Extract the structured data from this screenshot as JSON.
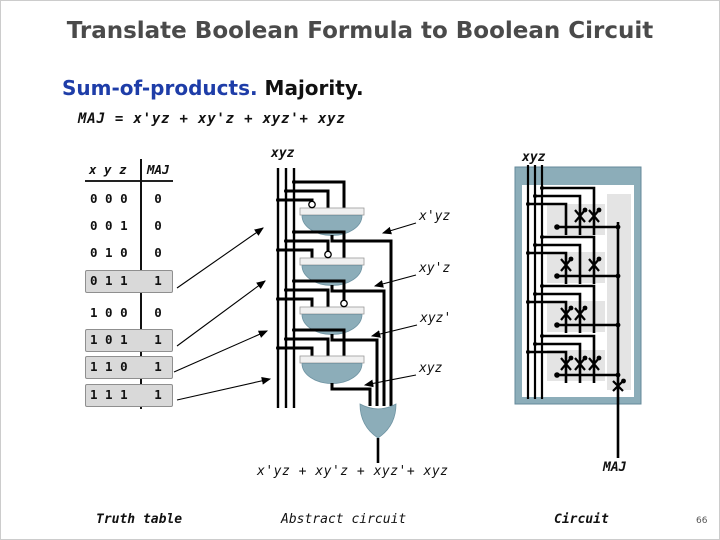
{
  "page": {
    "number": "66"
  },
  "title": "Translate Boolean Formula to Boolean Circuit",
  "subtitle": {
    "lead": "Sum-of-products.",
    "rest": " Majority."
  },
  "formula": "MAJ = x'yz + xy'z + xyz'+ xyz",
  "truth_table": {
    "headers": {
      "inputs": "x y z",
      "output": "MAJ"
    },
    "rows": [
      {
        "inputs": "0 0 0",
        "maj": "0",
        "highlighted": false
      },
      {
        "inputs": "0 0 1",
        "maj": "0",
        "highlighted": false
      },
      {
        "inputs": "0 1 0",
        "maj": "0",
        "highlighted": false
      },
      {
        "inputs": "0 1 1",
        "maj": "1",
        "highlighted": true
      },
      {
        "inputs": "1 0 0",
        "maj": "0",
        "highlighted": false
      },
      {
        "inputs": "1 0 1",
        "maj": "1",
        "highlighted": true
      },
      {
        "inputs": "1 1 0",
        "maj": "1",
        "highlighted": true
      },
      {
        "inputs": "1 1 1",
        "maj": "1",
        "highlighted": true
      }
    ],
    "caption": "Truth table"
  },
  "abstract_circuit": {
    "inputs_label": "xyz",
    "gate_labels": [
      "x'yz",
      "xy'z",
      "xyz'",
      "xyz"
    ],
    "gates": [
      {
        "product": "x'yz",
        "inverted_input": "x"
      },
      {
        "product": "xy'z",
        "inverted_input": "y"
      },
      {
        "product": "xyz'",
        "inverted_input": "z"
      },
      {
        "product": "xyz",
        "inverted_input": null
      }
    ],
    "sum_label": "x'yz + xy'z + xyz'+ xyz",
    "caption": "Abstract circuit"
  },
  "circuit": {
    "inputs_label": "xyz",
    "frame_label": "MAJ",
    "output_label": "MAJ",
    "transistor_rows": [
      [
        2,
        3
      ],
      [
        1,
        3
      ],
      [
        1,
        2
      ],
      [
        1,
        2,
        3
      ]
    ],
    "caption": "Circuit"
  },
  "colors": {
    "accent_blue": "#1e3da8",
    "gate_teal": "#8cadb9",
    "highlight_gray": "#d9d9d9",
    "title_gray": "#4a4a4a"
  }
}
